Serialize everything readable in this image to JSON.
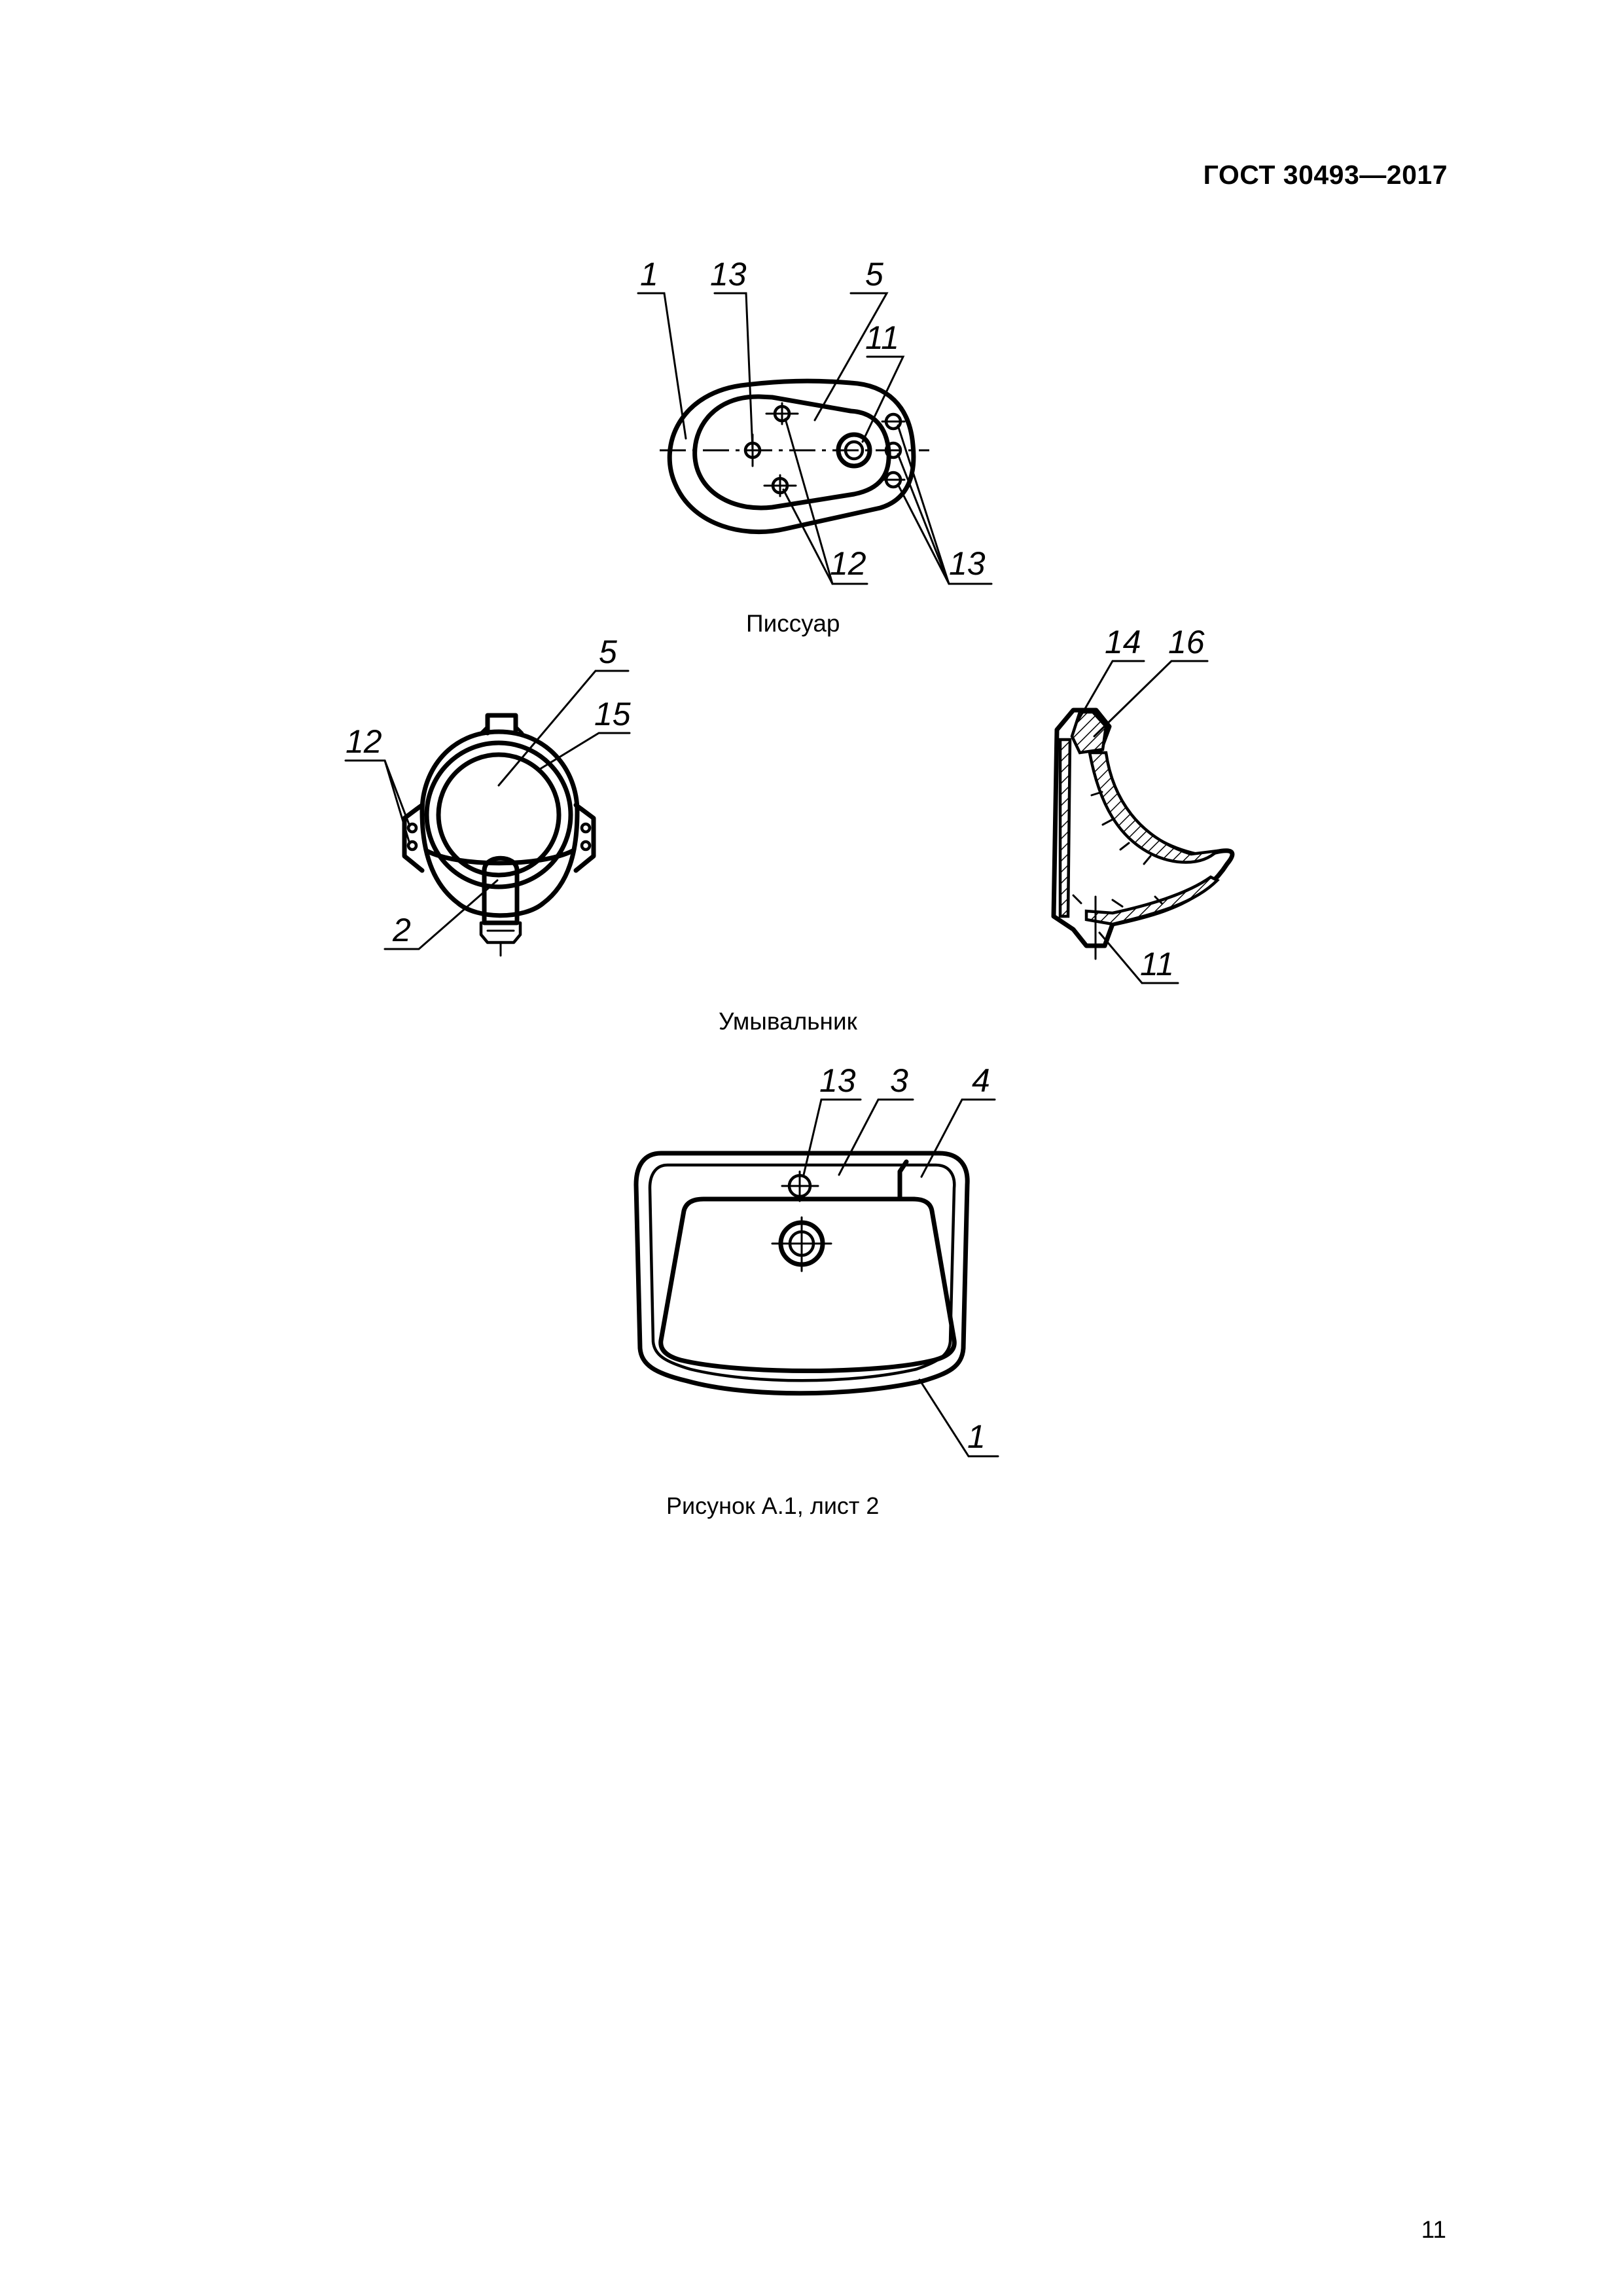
{
  "header": {
    "standard": "ГОСТ 30493—2017"
  },
  "captions": {
    "urinal": "Писсуар",
    "washbasin": "Умывальник",
    "figure": "Рисунок А.1, лист 2"
  },
  "page_number": "11",
  "labels": {
    "urinal_top": {
      "l1": "1",
      "l13a": "13",
      "l5": "5",
      "l11": "11",
      "l12": "12",
      "l13b": "13"
    },
    "urinal_front": {
      "l5": "5",
      "l15": "15",
      "l12": "12",
      "l2": "2"
    },
    "urinal_section": {
      "l14": "14",
      "l16": "16",
      "l11": "11"
    },
    "washbasin": {
      "l13": "13",
      "l3": "3",
      "l4": "4",
      "l1": "1"
    }
  }
}
